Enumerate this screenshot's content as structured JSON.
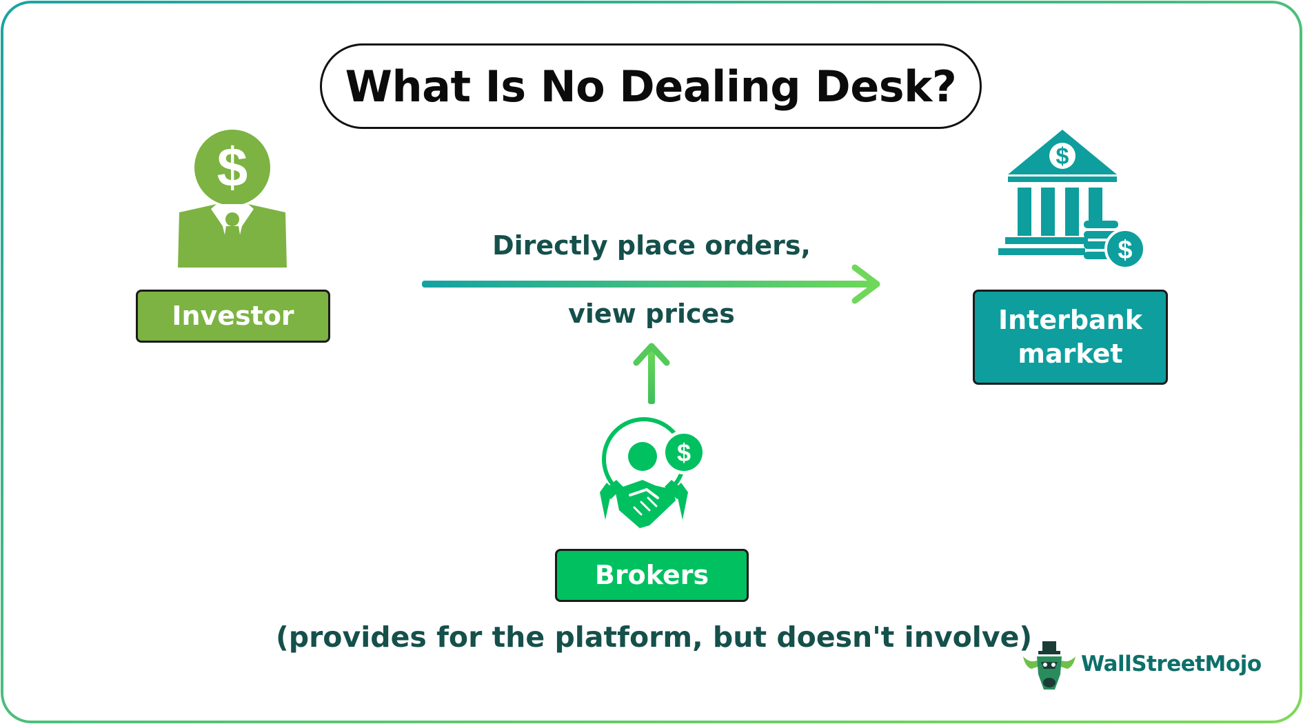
{
  "title": "What Is No Dealing Desk?",
  "nodes": {
    "investor": {
      "label": "Investor"
    },
    "interbank": {
      "label": "Interbank market"
    },
    "brokers": {
      "label": "Brokers"
    }
  },
  "flow": {
    "line1": "Directly place orders,",
    "line2": "view prices"
  },
  "caption": "(provides for the platform, but doesn't involve)",
  "brand": {
    "name": "WallStreetMojo"
  },
  "icons": {
    "investor": "investor-dollar-head-icon",
    "interbank": "bank-building-coins-icon",
    "brokers": "broker-handshake-icon",
    "brand": "wallstreetmojo-bull-logo"
  },
  "colors": {
    "investor_green": "#7cb342",
    "interbank_teal": "#0e9e9e",
    "brokers_green": "#00c060",
    "text_dark_teal": "#15504b",
    "frame_gradient_start": "#1aa3a0",
    "frame_gradient_end": "#7ed957"
  }
}
